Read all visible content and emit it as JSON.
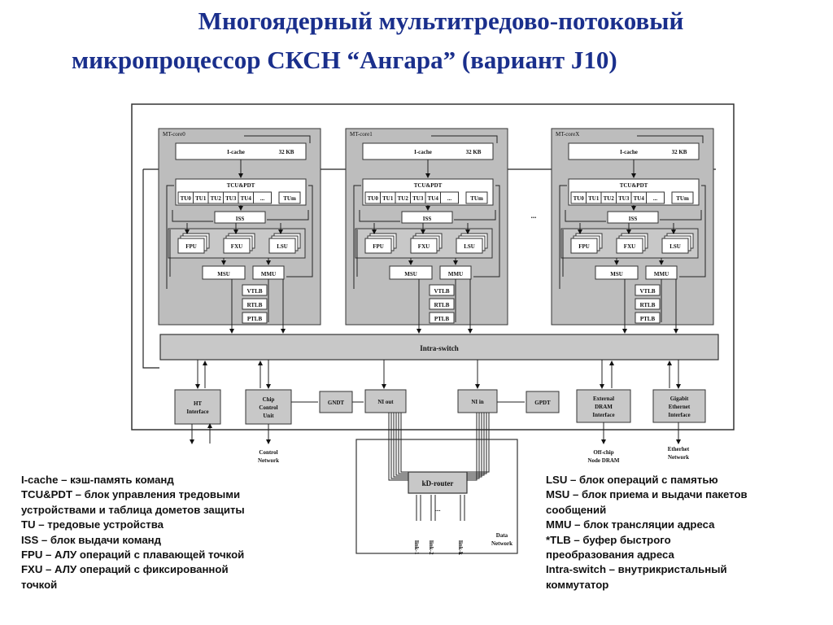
{
  "slide": {
    "title_line1": "Многоядерный мультитредово-потоковый",
    "title_line2": "микропроцессор СКСН “Ангара” (вариант J10)"
  },
  "diagram": {
    "cores": [
      {
        "name": "MT-core0"
      },
      {
        "name": "MT-core1"
      },
      {
        "name": "MT-coreX"
      }
    ],
    "core_blocks": {
      "icache": "I-cache",
      "icache_size": "32 KB",
      "tcu": "TCU&PDT",
      "tu_units": [
        "TU0",
        "TU1",
        "TU2",
        "TU3",
        "TU4",
        "...",
        "TUm"
      ],
      "iss": "ISS",
      "fpu": "FPU",
      "fxu": "FXU",
      "lsu": "LSU",
      "msu": "MSU",
      "mmu": "MMU",
      "vtlb": "VTLB",
      "rtlb": "RTLB",
      "ptlb": "PTLB"
    },
    "ellipsis": "...",
    "intra_switch": "Intra-switch",
    "ht_interface": [
      "HT",
      "Interface"
    ],
    "chip_control": [
      "Chip",
      "Control",
      "Unit"
    ],
    "gndt": "GNDT",
    "ni_out": "NI out",
    "ni_in": "NI in",
    "gpdt": "GPDT",
    "external_dram": [
      "External",
      "DRAM",
      "Interface"
    ],
    "gigabit": [
      "Gigabit",
      "Ethernet",
      "Interface"
    ],
    "control_network": [
      "Control",
      "Network"
    ],
    "offchip_dram": [
      "Off-chip",
      "Node DRAM"
    ],
    "ethernet_network": [
      "Etherhet",
      "Network"
    ],
    "kd_router": "kD-router",
    "links": [
      "link-1",
      "link-2",
      "link-k"
    ],
    "links_dots": "....",
    "data_network": [
      "Data",
      "Network"
    ]
  },
  "legend_left": [
    "I-cache – кэш-память команд",
    "TCU&PDT – блок управления тредовыми",
    "устройствами и таблица дометов защиты",
    "TU – тредовые устройства",
    "ISS – блок выдачи команд",
    "FPU – АЛУ операций с плавающей точкой",
    "FXU – АЛУ операций с фиксированной",
    "точкой"
  ],
  "legend_right": [
    "LSU – блок операций с памятью",
    "MSU – блок приема и выдачи пакетов",
    "сообщений",
    "MMU – блок трансляции адреса",
    "*TLB – буфер быстрого",
    "преобразования адреса",
    "Intra-switch – внутрикристальный",
    "коммутатор"
  ],
  "colors": {
    "title": "#1a2f8c",
    "core_fill": "#bdbdbd",
    "block_fill": "#c8c8c8",
    "box_fill": "#ffffff"
  }
}
